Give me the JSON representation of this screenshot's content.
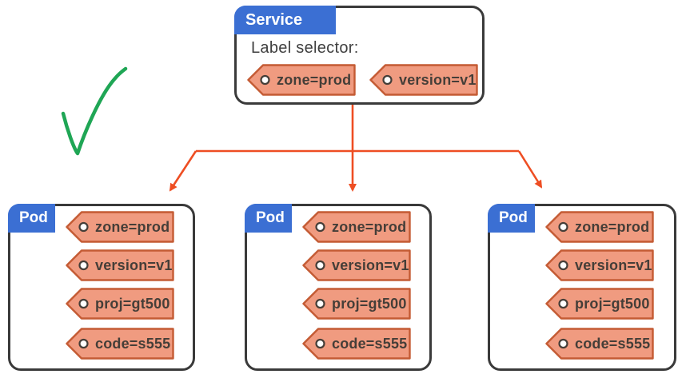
{
  "colors": {
    "blue": "#3B6FD3",
    "tagFill": "#F09B80",
    "tagBorder": "#C45B34",
    "tagText": "#453E38",
    "arrow": "#EE4E23",
    "check": "#1FA655",
    "border": "#3A3A3A",
    "text": "#3F3F3F"
  },
  "service": {
    "title": "Service",
    "selector_heading": "Label selector:",
    "selector_tags": [
      "zone=prod",
      "version=v1"
    ]
  },
  "pods": [
    {
      "title": "Pod",
      "labels": [
        "zone=prod",
        "version=v1",
        "proj=gt500",
        "code=s555"
      ]
    },
    {
      "title": "Pod",
      "labels": [
        "zone=prod",
        "version=v1",
        "proj=gt500",
        "code=s555"
      ]
    },
    {
      "title": "Pod",
      "labels": [
        "zone=prod",
        "version=v1",
        "proj=gt500",
        "code=s555"
      ]
    }
  ],
  "annotations": {
    "checkmark": "approved-checkmark"
  }
}
